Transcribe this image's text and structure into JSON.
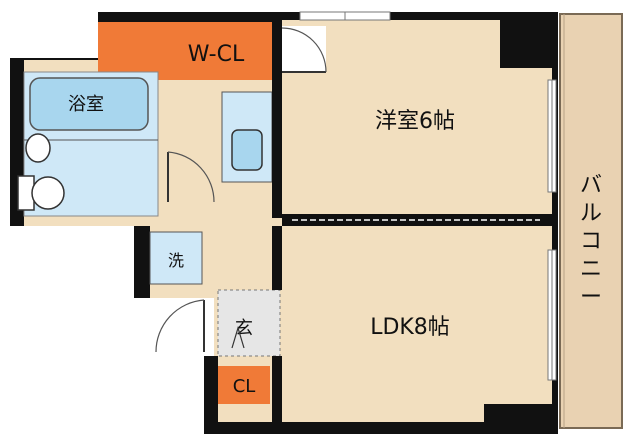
{
  "colors": {
    "wall": "#111111",
    "floor": "#f2dfbf",
    "bath": "#cfe8f7",
    "bath_fixture": "#a8d6ee",
    "closet_accent": "#f07a37",
    "balcony": "#e9d2b2",
    "genkan": "#e6e6e6"
  },
  "rooms": {
    "wcl": {
      "label": "W-CL"
    },
    "yoshitsu": {
      "label": "洋室6帖"
    },
    "bath": {
      "label": "浴室"
    },
    "washer": {
      "label": "洗"
    },
    "genkan": {
      "label": "玄"
    },
    "cl": {
      "label": "CL"
    },
    "ldk": {
      "label": "LDK8帖"
    },
    "balcony": {
      "label": "バルコニー"
    }
  },
  "icons": {
    "toilet": "toilet-icon",
    "sink": "washbasin-icon",
    "door": "door-swing-icon",
    "window": "window-icon"
  }
}
